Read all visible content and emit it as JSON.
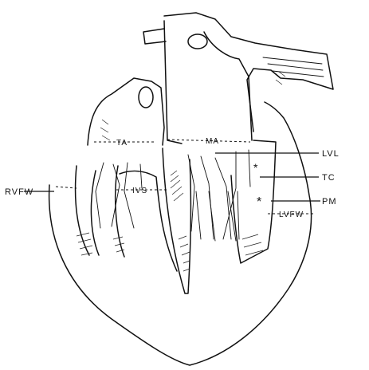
{
  "labels": {
    "rvfw": "RVFW",
    "ta": "TA",
    "ma": "MA",
    "ivs": "IVS",
    "lvfw": "LVFW",
    "lvl": "LVL",
    "tc": "TC",
    "pm": "PM"
  },
  "colors": {
    "ink": "#111111",
    "paper": "#ffffff"
  }
}
